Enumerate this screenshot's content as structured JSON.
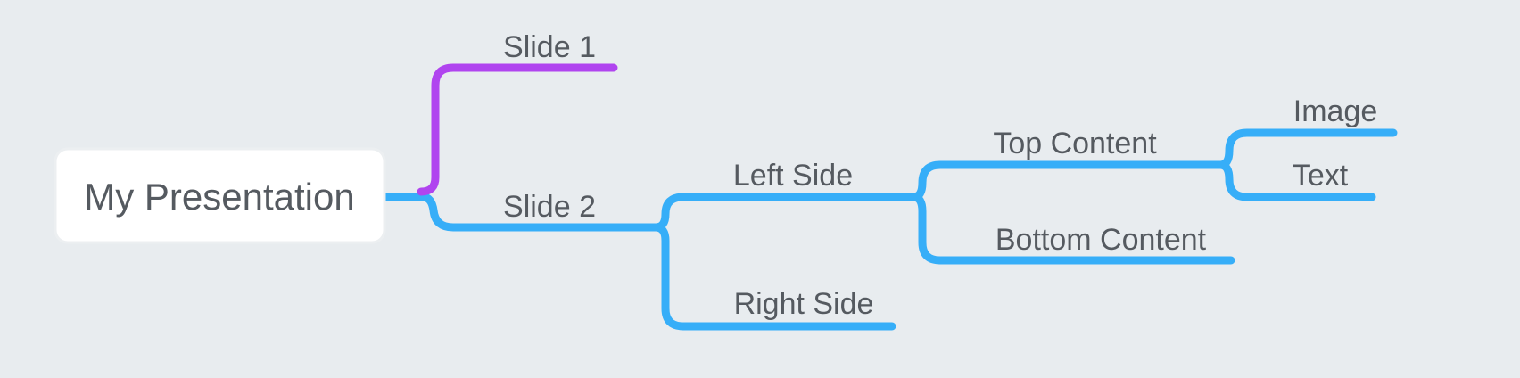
{
  "root": {
    "label": "My Presentation"
  },
  "colors": {
    "background": "#e8ecef",
    "purple_branch": "#b044ef",
    "blue_branch": "#36aef8",
    "text": "#555a60"
  },
  "nodes": {
    "slide1": "Slide 1",
    "slide2": "Slide 2",
    "left_side": "Left Side",
    "right_side": "Right Side",
    "top_content": "Top Content",
    "bottom_content": "Bottom Content",
    "image": "Image",
    "text": "Text"
  }
}
